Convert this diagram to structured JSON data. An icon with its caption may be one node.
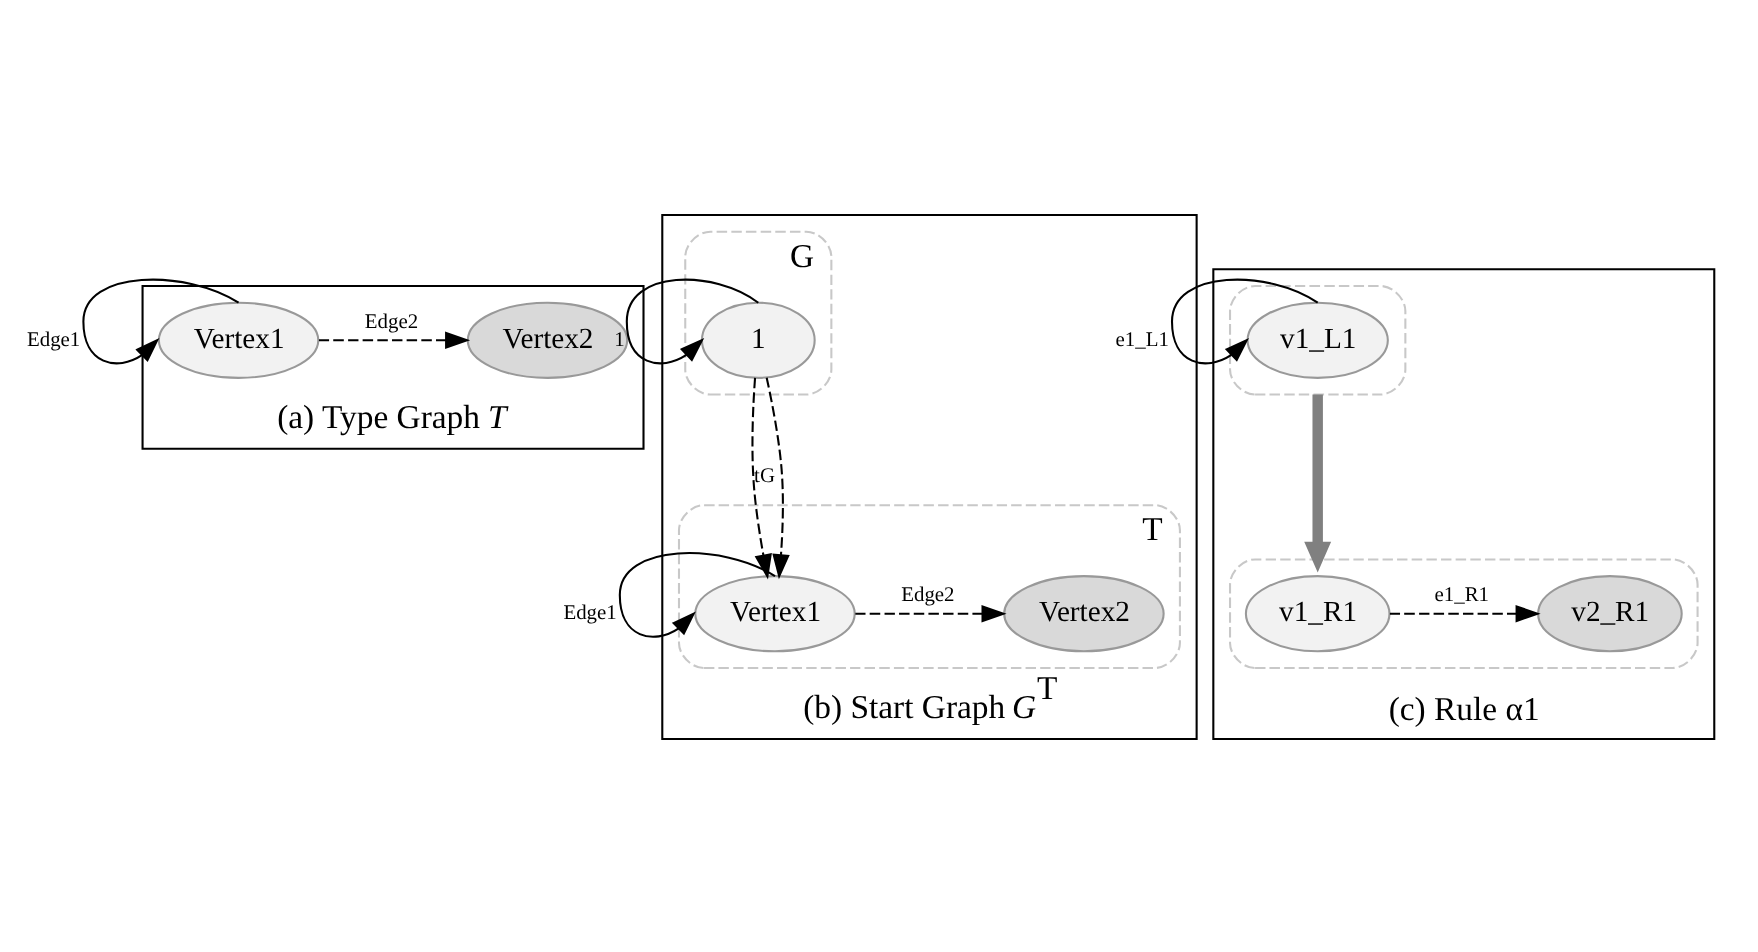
{
  "diagram": {
    "nodes": [
      {
        "text": [
          "(a) Type Graph *T*"
        ]
      },
      {
        "text": [
          "Vertex1"
        ],
        "in": 0
      },
      {
        "text": [
          "Vertex2"
        ],
        "in": 0
      },
      {
        "text": [
          "(b) Start Graph *G*$^{T}$"
        ]
      },
      {
        "text": [
          "G"
        ],
        "in": 3
      },
      {
        "text": [
          "1"
        ],
        "in": 4
      },
      {
        "text": [
          "T"
        ],
        "in": 3
      },
      {
        "text": [
          "Vertex1"
        ],
        "in": 6
      },
      {
        "text": [
          "Vertex2"
        ],
        "in": 6
      },
      {
        "text": [
          "(c) Rule α1"
        ]
      },
      {
        "text": [],
        "shape": "box",
        "in": 9
      },
      {
        "text": [
          "v1_L1"
        ],
        "in": 10
      },
      {
        "text": [],
        "shape": "box",
        "in": 9
      },
      {
        "text": [
          "v1_R1"
        ],
        "in": 12
      },
      {
        "text": [
          "v2_R1"
        ],
        "in": 12
      }
    ],
    "edges": [
      {
        "from": 1,
        "to": 1,
        "arrow": "to",
        "label": "Edge1"
      },
      {
        "from": 1,
        "to": 2,
        "arrow": "to",
        "label": "Edge2",
        "style": "dashed"
      },
      {
        "from": 5,
        "to": 5,
        "arrow": "to",
        "label": "1"
      },
      {
        "from": 5,
        "to": 7,
        "arrow": "to",
        "label": "tG",
        "style": "dashed"
      },
      {
        "from": 5,
        "to": 7,
        "arrow": "to",
        "style": "dashed"
      },
      {
        "from": 7,
        "to": 7,
        "arrow": "to",
        "label": "Edge1"
      },
      {
        "from": 7,
        "to": 8,
        "arrow": "to",
        "label": "Edge2",
        "style": "dashed"
      },
      {
        "from": 11,
        "to": 11,
        "arrow": "to",
        "label": "e1_L1"
      },
      {
        "from": 10,
        "to": 12,
        "arrow": "to",
        "style": "thick",
        "color": "#808080"
      },
      {
        "from": 13,
        "to": 14,
        "arrow": "to",
        "label": "e1_R1",
        "style": "dashed"
      }
    ]
  }
}
